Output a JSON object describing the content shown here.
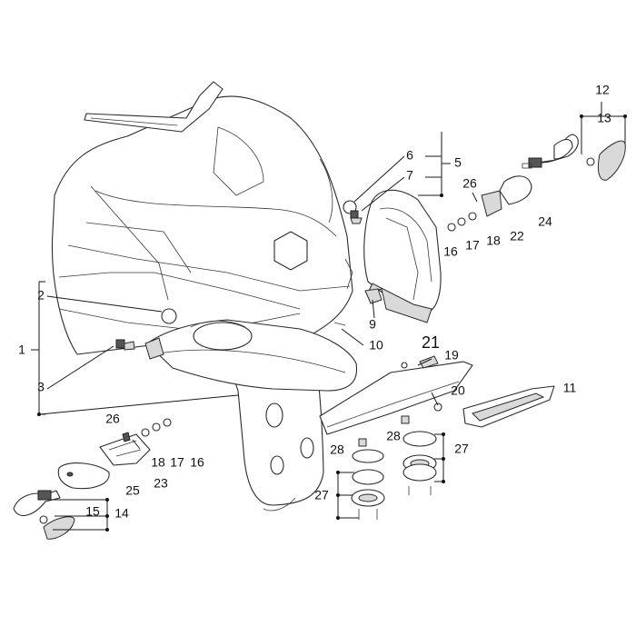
{
  "callouts": [
    {
      "id": "c1",
      "text": "1"
    },
    {
      "id": "c2",
      "text": "2"
    },
    {
      "id": "c3",
      "text": "3"
    },
    {
      "id": "c5",
      "text": "5"
    },
    {
      "id": "c6",
      "text": "6"
    },
    {
      "id": "c7",
      "text": "7"
    },
    {
      "id": "c9",
      "text": "9"
    },
    {
      "id": "c10",
      "text": "10"
    },
    {
      "id": "c11",
      "text": "11"
    },
    {
      "id": "c12",
      "text": "12"
    },
    {
      "id": "c13",
      "text": "13"
    },
    {
      "id": "c14",
      "text": "14"
    },
    {
      "id": "c15",
      "text": "15"
    },
    {
      "id": "c16a",
      "text": "16"
    },
    {
      "id": "c16b",
      "text": "16"
    },
    {
      "id": "c17a",
      "text": "17"
    },
    {
      "id": "c17b",
      "text": "17"
    },
    {
      "id": "c18a",
      "text": "18"
    },
    {
      "id": "c18b",
      "text": "18"
    },
    {
      "id": "c19",
      "text": "19"
    },
    {
      "id": "c20",
      "text": "20"
    },
    {
      "id": "c21",
      "text": "21"
    },
    {
      "id": "c22",
      "text": "22"
    },
    {
      "id": "c23",
      "text": "23"
    },
    {
      "id": "c24",
      "text": "24"
    },
    {
      "id": "c25",
      "text": "25"
    },
    {
      "id": "c26a",
      "text": "26"
    },
    {
      "id": "c26b",
      "text": "26"
    },
    {
      "id": "c27a",
      "text": "27"
    },
    {
      "id": "c27b",
      "text": "27"
    },
    {
      "id": "c28a",
      "text": "28"
    },
    {
      "id": "c28b",
      "text": "28"
    }
  ]
}
